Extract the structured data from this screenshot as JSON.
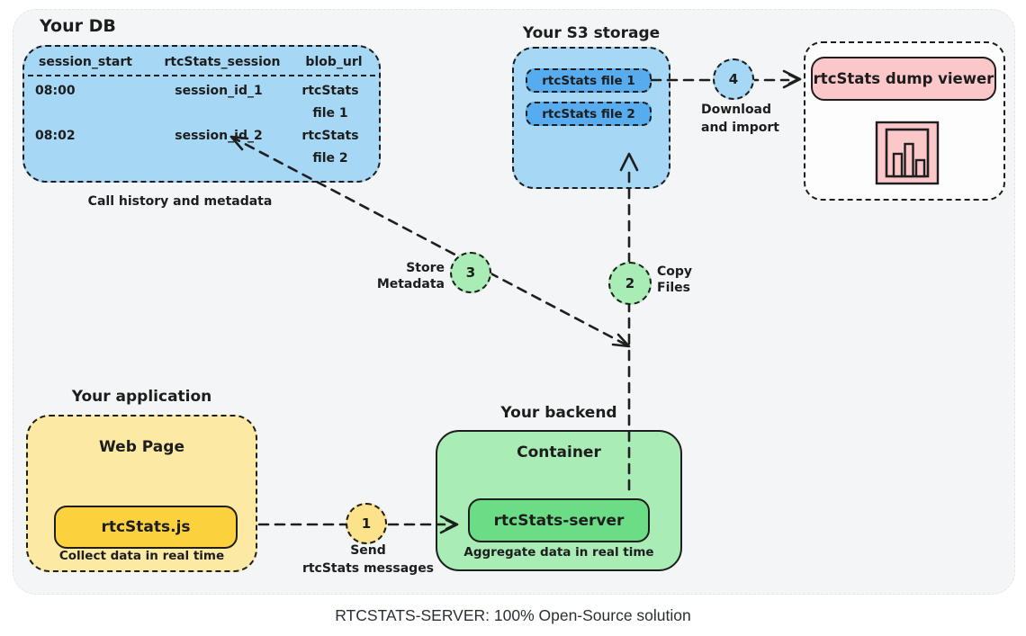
{
  "page": {
    "caption": "RTCSTATS-SERVER: 100% Open-Source solution"
  },
  "colors": {
    "panel_bg": "#f4f5f6",
    "blue_light": "#a6d8f6",
    "blue_mid": "#57acf0",
    "green_light": "#a9ecb5",
    "green_mid": "#6cdd87",
    "yellow_light": "#fce9a4",
    "yellow_mid": "#fbd23e",
    "yellow_circle": "#fce28b",
    "pink": "#fbc7c9",
    "stroke": "#1e1e1e"
  },
  "db": {
    "title": "Your DB",
    "caption": "Call history and metadata",
    "table": {
      "headers": [
        "session_start",
        "rtcStats_session",
        "blob_url"
      ],
      "rows": [
        [
          "08:00",
          "session_id_1",
          "rtcStats file 1"
        ],
        [
          "08:02",
          "session_id_2",
          "rtcStats file 2"
        ]
      ]
    }
  },
  "s3": {
    "title": "Your S3 storage",
    "files": [
      "rtcStats file 1",
      "rtcStats file 2"
    ]
  },
  "viewer": {
    "label": "rtcStats dump viewer",
    "icon": "bar-chart-icon"
  },
  "application": {
    "title": "Your application",
    "container_label": "Web Page",
    "component_label": "rtcStats.js",
    "caption": "Collect data in real time"
  },
  "backend": {
    "title": "Your backend",
    "container_label": "Container",
    "component_label": "rtcStats-server",
    "caption": "Aggregate data in real time"
  },
  "steps": [
    {
      "num": "1",
      "line1": "Send",
      "line2": "rtcStats messages"
    },
    {
      "num": "2",
      "line1": "Copy",
      "line2": "Files"
    },
    {
      "num": "3",
      "line1": "Store",
      "line2": "Metadata"
    },
    {
      "num": "4",
      "line1": "Download",
      "line2": "and import"
    }
  ]
}
